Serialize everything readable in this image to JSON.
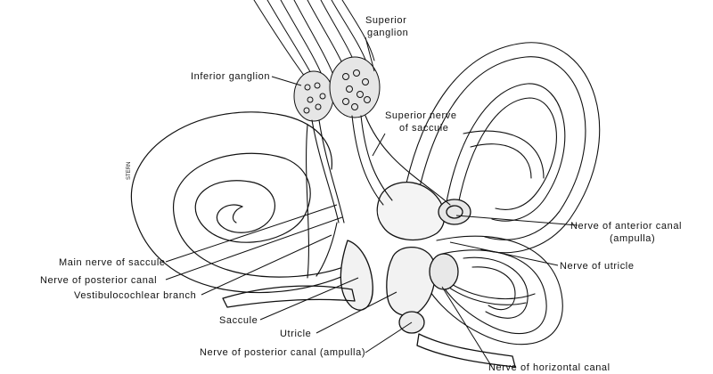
{
  "labels": {
    "superior_ganglion_1": "Superior",
    "superior_ganglion_2": "ganglion",
    "inferior_ganglion": "Inferior ganglion",
    "superior_nerve_saccule_1": "Superior nerve",
    "superior_nerve_saccule_2": "of saccule",
    "main_nerve_saccule": "Main nerve of saccule",
    "nerve_posterior_canal": "Nerve of posterior canal",
    "vestibulocochlear_branch": "Vestibulocochlear branch",
    "saccule": "Saccule",
    "utricle": "Utricle",
    "nerve_posterior_canal_ampulla": "Nerve of posterior canal (ampulla)",
    "nerve_anterior_canal_1": "Nerve of anterior canal",
    "nerve_anterior_canal_2": "(ampulla)",
    "nerve_of_utricle": "Nerve of utricle",
    "nerve_horizontal_canal": "Nerve of horizontal canal",
    "artist_signature": "STERN"
  }
}
